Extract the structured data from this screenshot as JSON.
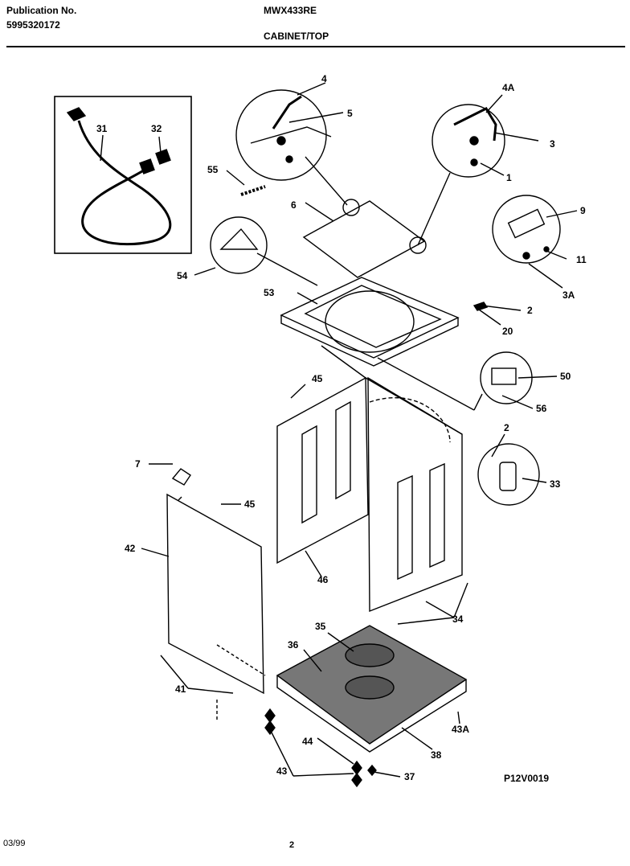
{
  "header": {
    "publication_label": "Publication No.",
    "publication_number": "5995320172",
    "model": "MWX433RE",
    "section": "CABINET/TOP"
  },
  "callouts": {
    "c1": "1",
    "c2a": "2",
    "c2b": "2",
    "c3": "3",
    "c3a": "3A",
    "c4": "4",
    "c4a": "4A",
    "c5": "5",
    "c6": "6",
    "c7": "7",
    "c9": "9",
    "c11": "11",
    "c20": "20",
    "c31": "31",
    "c32": "32",
    "c33": "33",
    "c34": "34",
    "c35": "35",
    "c36": "36",
    "c37": "37",
    "c38": "38",
    "c41": "41",
    "c42": "42",
    "c43": "43",
    "c43a": "43A",
    "c44": "44",
    "c45a": "45",
    "c45b": "45",
    "c46": "46",
    "c50": "50",
    "c53": "53",
    "c54": "54",
    "c55": "55",
    "c56": "56"
  },
  "figure_code": "P12V0019",
  "footer": {
    "date": "03/99",
    "page": "2"
  }
}
